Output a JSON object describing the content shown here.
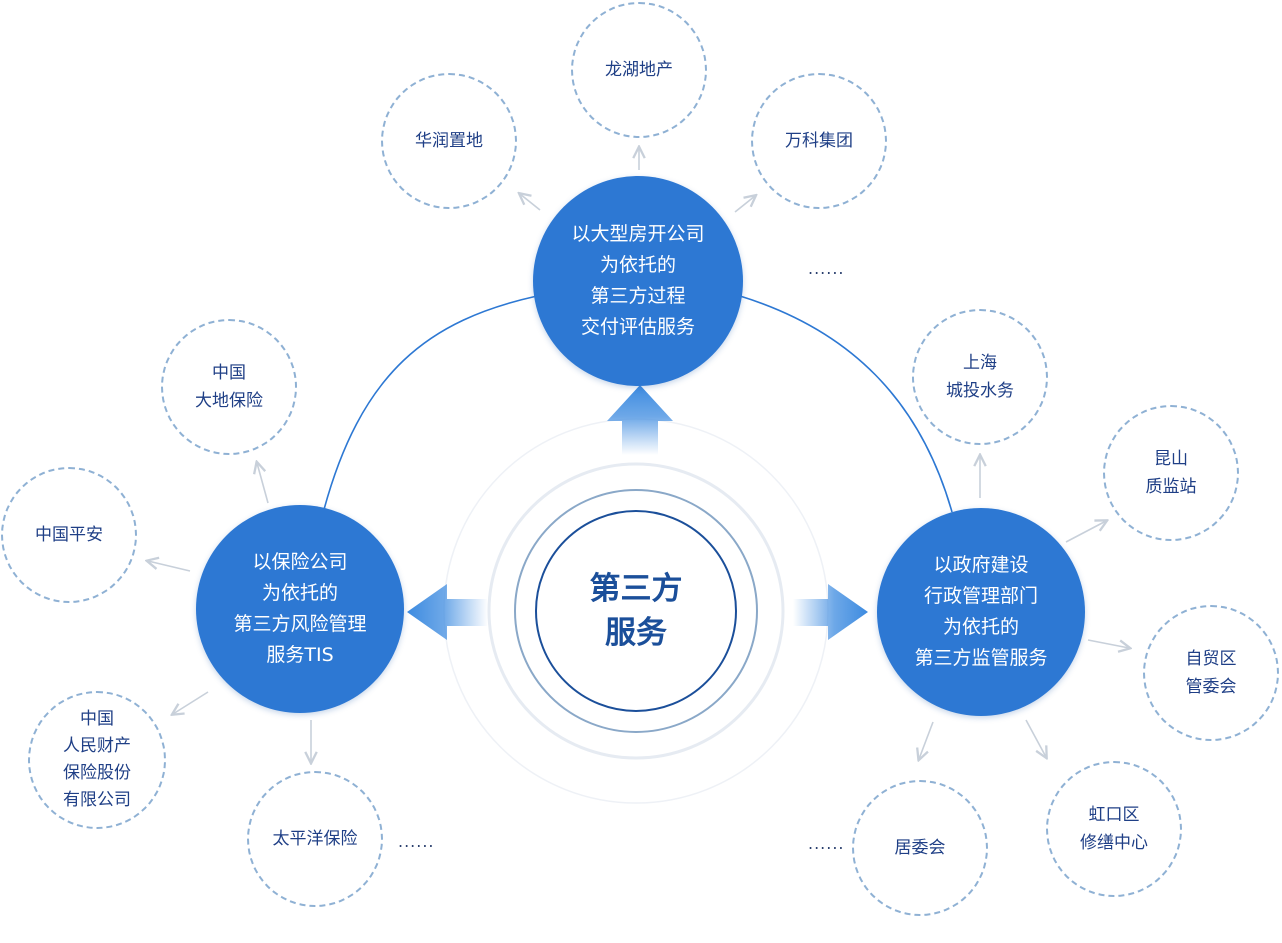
{
  "colors": {
    "hub": "#2d78d3",
    "center_ring": "#1b4f9a",
    "satellite_border": "#8fb1d4",
    "satellite_text": "#1f3f86",
    "arrow": "#c8d0da",
    "big_arrow": "#3d8be0"
  },
  "center": {
    "lines": [
      "第三方",
      "服务"
    ]
  },
  "hubs": {
    "top": {
      "lines": [
        "以大型房开公司",
        "为依托的",
        "第三方过程",
        "交付评估服务"
      ]
    },
    "left": {
      "lines": [
        "以保险公司",
        "为依托的",
        "第三方风险管理",
        "服务TIS"
      ]
    },
    "right": {
      "lines": [
        "以政府建设",
        "行政管理部门",
        "为依托的",
        "第三方监管服务"
      ]
    }
  },
  "satellites": {
    "longhu": {
      "lines": [
        "龙湖地产"
      ]
    },
    "huarun": {
      "lines": [
        "华润置地"
      ]
    },
    "vanke": {
      "lines": [
        "万科集团"
      ]
    },
    "dadi": {
      "lines": [
        "中国",
        "大地保险"
      ]
    },
    "pingan": {
      "lines": [
        "中国平安"
      ]
    },
    "renmin": {
      "lines": [
        "中国",
        "人民财产",
        "保险股份",
        "有限公司"
      ]
    },
    "taiping": {
      "lines": [
        "太平洋保险"
      ]
    },
    "shanghai_water": {
      "lines": [
        "上海",
        "城投水务"
      ]
    },
    "kunshan": {
      "lines": [
        "昆山",
        "质监站"
      ]
    },
    "ftz": {
      "lines": [
        "自贸区",
        "管委会"
      ]
    },
    "hongkou": {
      "lines": [
        "虹口区",
        "修缮中心"
      ]
    },
    "juwei": {
      "lines": [
        "居委会"
      ]
    }
  },
  "ellipsis": {
    "top": "......",
    "left": "......",
    "right": "......"
  }
}
